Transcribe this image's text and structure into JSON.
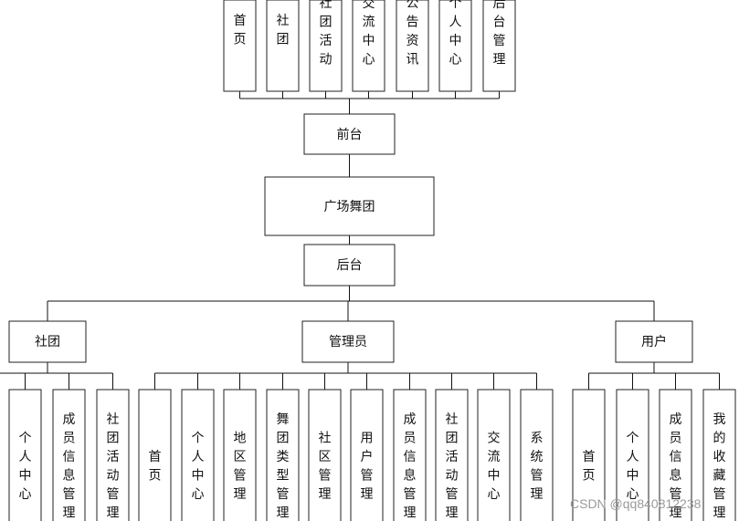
{
  "top_items": [
    "首页",
    "社团",
    "社团活动",
    "交流中心",
    "公告资讯",
    "个人中心",
    "后台管理"
  ],
  "front": "前台",
  "root": "广场舞团",
  "back": "后台",
  "groups": [
    {
      "label": "社团",
      "children": [
        "个人中心",
        "成员信息管理",
        "社团活动管理"
      ]
    },
    {
      "label": "管理员",
      "children": [
        "首页",
        "个人中心",
        "地区管理",
        "舞团类型管理",
        "社区管理",
        "用户管理",
        "成员信息管理",
        "社团活动管理",
        "交流中心",
        "系统管理"
      ]
    },
    {
      "label": "用户",
      "children": [
        "首页",
        "个人中心",
        "成员信息管理",
        "我的收藏管理"
      ]
    }
  ],
  "watermark": "CSDN @qq840812238"
}
